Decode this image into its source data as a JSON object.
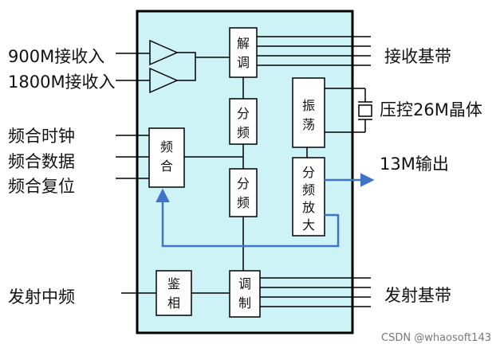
{
  "chip_blocks": {
    "demod": "解调",
    "div1": "分频",
    "div2": "分频",
    "synth": "频合",
    "osc": "振荡",
    "divamp": "分频放大",
    "disc": "鉴相",
    "mod": "调制"
  },
  "left_labels": {
    "rx900": "900M接收入",
    "rx1800": "1800M接收入",
    "clk": "频合时钟",
    "data": "频合数据",
    "reset": "频合复位",
    "tx_if": "发射中频"
  },
  "right_labels": {
    "rx_base": "接收基带",
    "vcxo": "压控26M晶体",
    "out13": "13M输出",
    "tx_base": "发射基带"
  },
  "watermark": "CSDN @whaosoft143",
  "colors": {
    "chip_fill": "#cdf3f7",
    "feedback": "#3f73c9",
    "line": "#000000"
  }
}
